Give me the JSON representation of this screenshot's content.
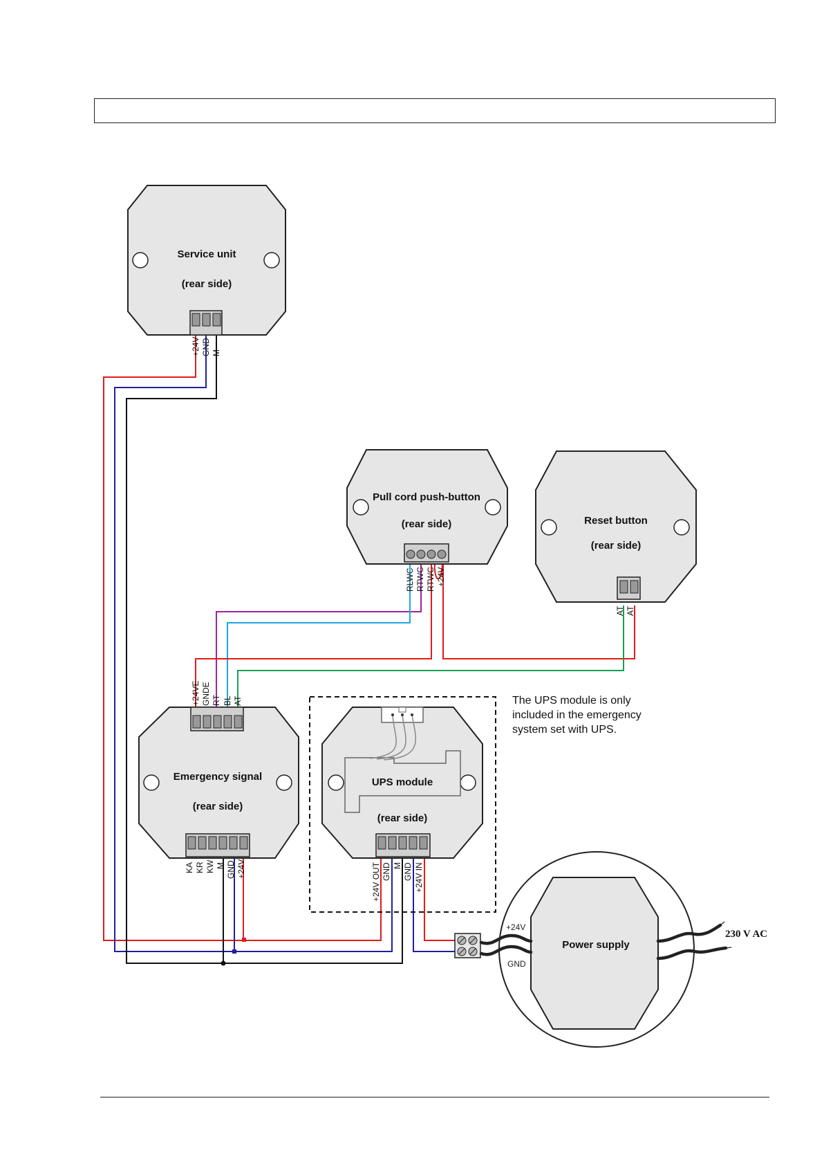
{
  "units": {
    "service_unit": {
      "title": "Service unit",
      "subtitle": "(rear side)",
      "pins": [
        "+24V",
        "GND",
        "M"
      ]
    },
    "pull_cord": {
      "title": "Pull cord push-button",
      "subtitle": "(rear side)",
      "pins": [
        "RLWC",
        "RTWC",
        "RTWC",
        "+24V"
      ]
    },
    "reset_button": {
      "title": "Reset button",
      "subtitle": "(rear side)",
      "pins": [
        "AT",
        "AT"
      ]
    },
    "emergency_signal": {
      "title": "Emergency signal",
      "subtitle": "(rear side)",
      "top_pins": [
        "+24VE",
        "GNDE",
        "RT",
        "BL",
        "AT"
      ],
      "bottom_pins": [
        "KA",
        "KR",
        "KW",
        "M",
        "GND",
        "+24V"
      ]
    },
    "ups_module": {
      "title": "UPS module",
      "subtitle": "(rear side)",
      "pins": [
        "+24V OUT",
        "GND",
        "M",
        "GND",
        "+24V IN"
      ],
      "note": [
        "The UPS module is only",
        "included in the emergency",
        "system set with UPS."
      ]
    },
    "power_supply": {
      "title": "Power supply",
      "plus_label": "+24V",
      "gnd_label": "GND",
      "mains_label": "230 V AC"
    }
  },
  "colors": {
    "red": "#e01b1b",
    "blue": "#1f1fa0",
    "black": "#111111",
    "purple": "#a020a0",
    "cyan": "#1ea6e0",
    "green": "#14a050",
    "box_fill": "#e6e6e6"
  }
}
